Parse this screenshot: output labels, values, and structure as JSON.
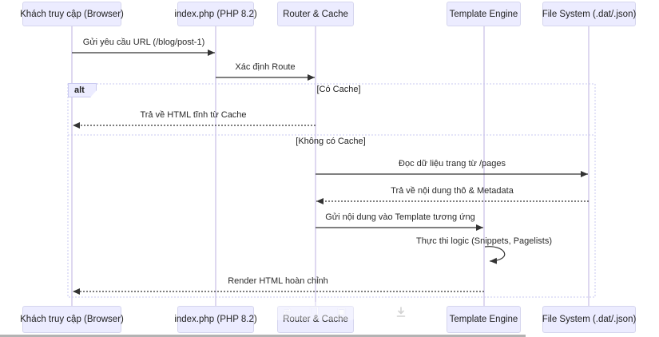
{
  "diagram": {
    "type": "sequence",
    "actors": [
      {
        "id": "browser",
        "label": "Khách truy cập (Browser)"
      },
      {
        "id": "index-php",
        "label": "index.php (PHP 8.2)"
      },
      {
        "id": "router-cache",
        "label": "Router & Cache"
      },
      {
        "id": "template-engine",
        "label": "Template Engine"
      },
      {
        "id": "file-system",
        "label": "File System (.dat/.json)"
      }
    ],
    "messages": [
      {
        "from": "browser",
        "to": "index-php",
        "style": "solid",
        "label": "Gửi yêu cầu URL (/blog/post-1)"
      },
      {
        "from": "index-php",
        "to": "router-cache",
        "style": "solid",
        "label": "Xác định Route"
      },
      {
        "from": "router-cache",
        "to": "browser",
        "style": "dashed",
        "label": "Trả về HTML tĩnh từ Cache"
      },
      {
        "from": "router-cache",
        "to": "file-system",
        "style": "solid",
        "label": "Đọc dữ liệu trang từ /pages"
      },
      {
        "from": "file-system",
        "to": "router-cache",
        "style": "dashed",
        "label": "Trả về nội dung thô & Metadata"
      },
      {
        "from": "router-cache",
        "to": "template-engine",
        "style": "solid",
        "label": "Gửi nội dung vào Template tương ứng"
      },
      {
        "from": "template-engine",
        "to": "template-engine",
        "style": "self",
        "label": "Thực thi logic (Snippets, Pagelists)"
      },
      {
        "from": "template-engine",
        "to": "browser",
        "style": "dashed",
        "label": "Render HTML hoàn chỉnh"
      }
    ],
    "alt_frame": {
      "label": "alt",
      "guards": [
        "[Có Cache]",
        "[Không có Cache]"
      ]
    },
    "colors": {
      "actor_fill": "#ECECFF",
      "actor_border": "#d5d5ee",
      "lifeline": "#cfc7ea",
      "frame_border": "#c9c9f0",
      "arrow": "#333333",
      "text": "#222222"
    }
  },
  "overlay": {
    "toolbar_icons": [
      {
        "name": "swap-icon",
        "glyph": "⇄"
      },
      {
        "name": "copy-icon",
        "glyph": "❐"
      },
      {
        "name": "screenshot-icon",
        "glyph": "▣"
      }
    ]
  }
}
